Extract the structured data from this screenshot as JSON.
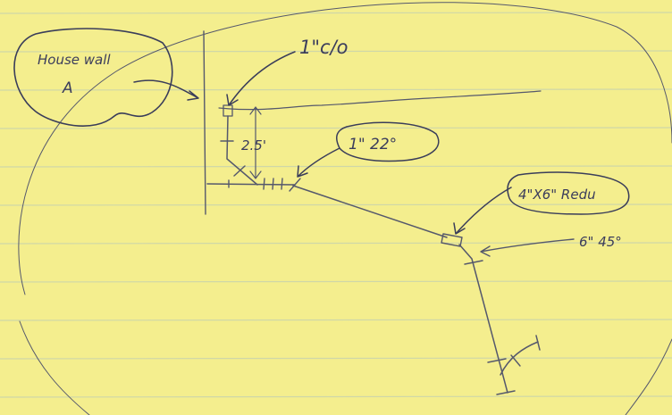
{
  "sketch": {
    "labels": {
      "house_wall": "House wall",
      "house_letter": "A",
      "fitting_top": "1\"c/o",
      "height": "2.5'",
      "fitting_mid": "1\" 22°",
      "reducer": "4\"X6\" Redu",
      "elbow": "6\" 45°"
    },
    "colors": {
      "paper": "#f4ee8e",
      "rule_line": "#cfd7a8",
      "ink": "#3a3d5a",
      "pencil": "#55586c"
    }
  }
}
